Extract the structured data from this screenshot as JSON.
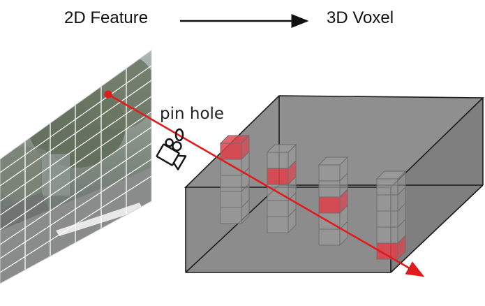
{
  "header": {
    "left_label": "2D Feature",
    "right_label": "3D Voxel"
  },
  "annotations": {
    "pinhole_label": "pin hole"
  },
  "colors": {
    "ray": "#e11b1b",
    "voxel_cell": "#9a9a9a",
    "voxel_hit": "#e0404a",
    "volume_fill": "#8e8e8e",
    "grid": "#ffffff",
    "text": "#111111"
  },
  "icons": {
    "camera": "camera-icon",
    "pinhole": "pinhole-ring-icon",
    "arrow": "right-arrow-icon"
  },
  "voxel_columns": [
    {
      "name": "column-1",
      "cells": 5,
      "hit_cell": 1
    },
    {
      "name": "column-2",
      "cells": 5,
      "hit_cell": 2
    },
    {
      "name": "column-3",
      "cells": 5,
      "hit_cell": 3
    },
    {
      "name": "column-4",
      "cells": 5,
      "hit_cell": 5
    }
  ]
}
